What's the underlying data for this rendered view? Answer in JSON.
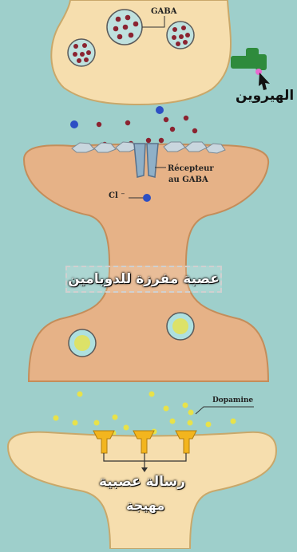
{
  "labels": {
    "gaba": "GABA",
    "heroin": "الهيروين",
    "receptor_line1": "Récepteur",
    "receptor_line2": "au GABA",
    "chloride": "Cl ⁻",
    "dopamine": "Dopamine",
    "dopamine_neuron": "عصبة مفرزة للدوبامين",
    "signal_line1": "رسالة عصبية",
    "signal_line2": "مهيجة"
  },
  "colors": {
    "background": "#9ecfcb",
    "neuron_upper": "#f6deae",
    "neuron_middle": "#e6b287",
    "neuron_lower": "#f6deae",
    "gaba_dot": "#8b2330",
    "chloride_dot": "#2d4fc4",
    "dopamine_dot": "#e8e24a",
    "heroin": "#2e8b3c",
    "receptor_gaba": "#8fb0c8",
    "receptor_dopamine": "#f3b51e"
  }
}
